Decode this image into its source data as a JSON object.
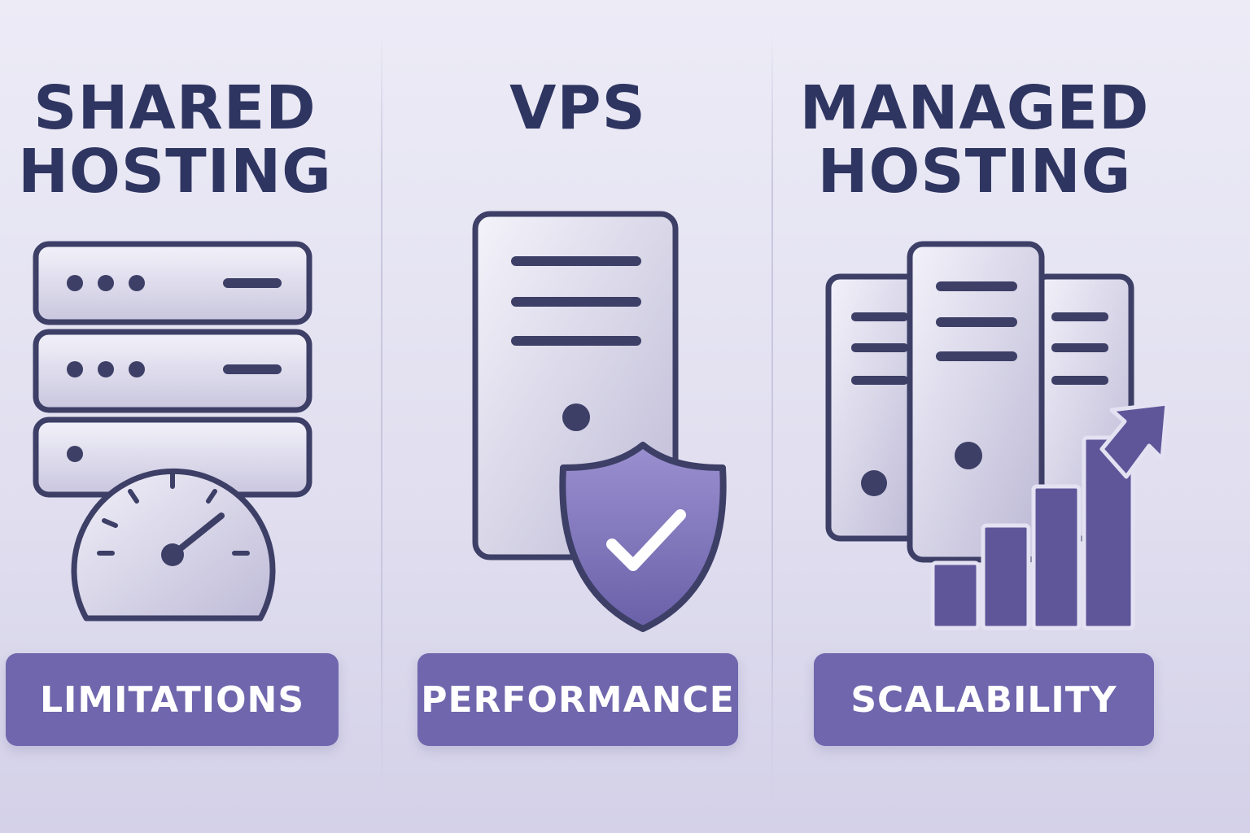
{
  "columns": [
    {
      "title_lines": [
        "SHARED",
        "HOSTING"
      ],
      "badge": "LIMITATIONS",
      "icon": "server-rack-speedometer-icon"
    },
    {
      "title_lines": [
        "VPS"
      ],
      "badge": "PERFORMANCE",
      "icon": "server-tower-shield-check-icon"
    },
    {
      "title_lines": [
        "MANAGED",
        "HOSTING"
      ],
      "badge": "SCALABILITY",
      "icon": "server-cluster-growth-chart-icon"
    }
  ],
  "colors": {
    "title_text": "#2f3561",
    "badge_fill": "#6f66ad",
    "badge_text": "#ffffff",
    "icon_stroke": "#3d3f67",
    "icon_accent": "#6b62a8"
  }
}
